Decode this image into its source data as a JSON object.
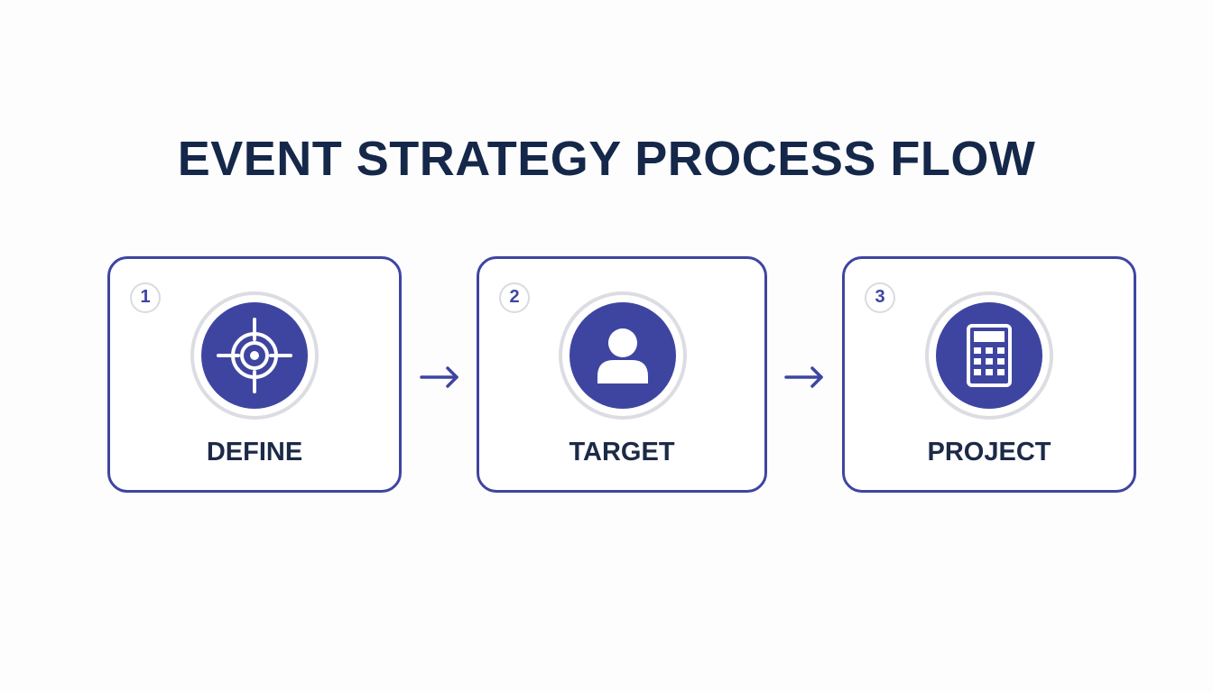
{
  "title": "EVENT STRATEGY PROCESS FLOW",
  "colors": {
    "accent": "#3e45a1",
    "title_text": "#15284a",
    "ring": "#dcdde2"
  },
  "steps": [
    {
      "number": "1",
      "label": "DEFINE",
      "icon": "target-icon"
    },
    {
      "number": "2",
      "label": "TARGET",
      "icon": "user-icon"
    },
    {
      "number": "3",
      "label": "PROJECT",
      "icon": "calculator-icon"
    }
  ]
}
